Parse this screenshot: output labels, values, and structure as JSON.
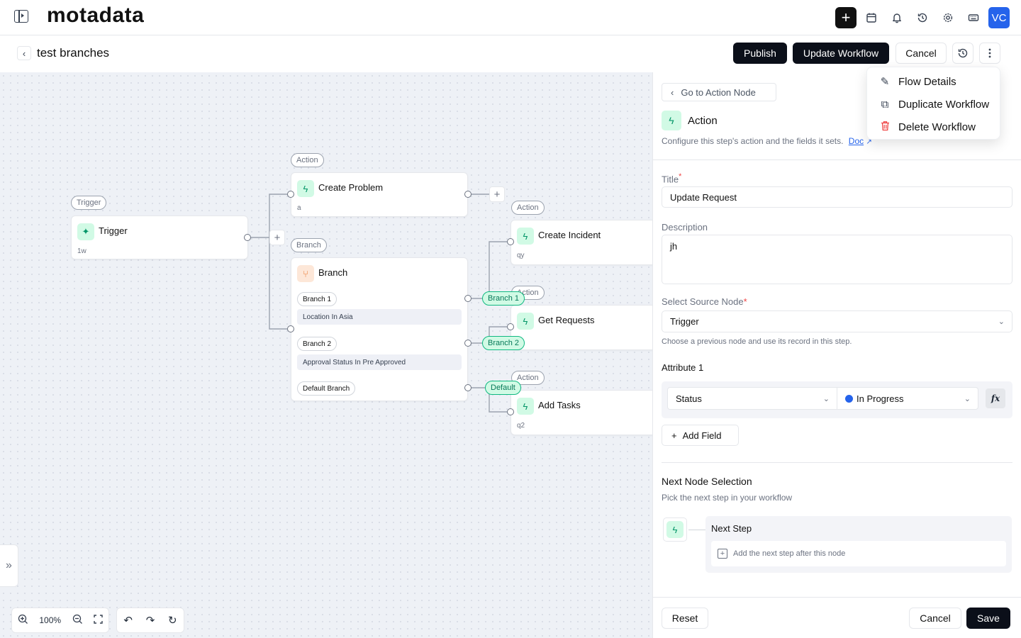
{
  "app": {
    "logo": "motadata",
    "avatar": "VC"
  },
  "header": {
    "title": "test branches",
    "publish": "Publish",
    "update": "Update Workflow",
    "cancel": "Cancel"
  },
  "menu": {
    "items": [
      {
        "label": "Flow Details",
        "icon": "pencil-icon"
      },
      {
        "label": "Duplicate Workflow",
        "icon": "copy-icon"
      },
      {
        "label": "Delete Workflow",
        "icon": "trash-icon"
      }
    ]
  },
  "canvas": {
    "tags": {
      "trigger": "Trigger",
      "action": "Action",
      "branch": "Branch"
    },
    "trigger_node": {
      "title": "Trigger",
      "sub": "1w"
    },
    "create_problem": {
      "title": "Create Problem",
      "sub": "a"
    },
    "branch_node": {
      "title": "Branch",
      "branches": [
        {
          "label": "Branch 1",
          "condition": "Location In Asia"
        },
        {
          "label": "Branch 2",
          "condition": "Approval Status In Pre Approved"
        }
      ],
      "default_label": "Default Branch"
    },
    "create_incident": {
      "title": "Create Incident",
      "sub": "qy"
    },
    "get_requests": {
      "title": "Get Requests",
      "sub": ""
    },
    "add_tasks": {
      "title": "Add Tasks",
      "sub": "q2"
    },
    "edge_labels": {
      "branch1": "Branch 1",
      "branch2": "Branch 2",
      "default": "Default"
    },
    "zoom": "100%"
  },
  "panel": {
    "goto": "Go to Action Node",
    "title": "Action",
    "description": "Configure this step's action and the fields it sets.",
    "doc_link": "Doc",
    "title_label": "Title",
    "title_value": "Update Request",
    "description_label": "Description",
    "description_value": "jh",
    "source_label": "Select Source Node",
    "source_value": "Trigger",
    "source_hint": "Choose a previous node and use its record in this step.",
    "attribute_label": "Attribute 1",
    "attribute_field": "Status",
    "attribute_value": "In Progress",
    "attribute_value_color": "#2563eb",
    "fx": "fx",
    "add_field": "Add Field",
    "next_title": "Next Node Selection",
    "next_sub": "Pick the next step in your workflow",
    "next_step": "Next Step",
    "next_add": "Add the next step after this node",
    "reset": "Reset",
    "cancel": "Cancel",
    "save": "Save"
  },
  "colors": {
    "accent_green": "#10b981",
    "branch_orange": "#ea7b35",
    "primary_dark": "#0b0f19",
    "danger": "#ef4444"
  }
}
